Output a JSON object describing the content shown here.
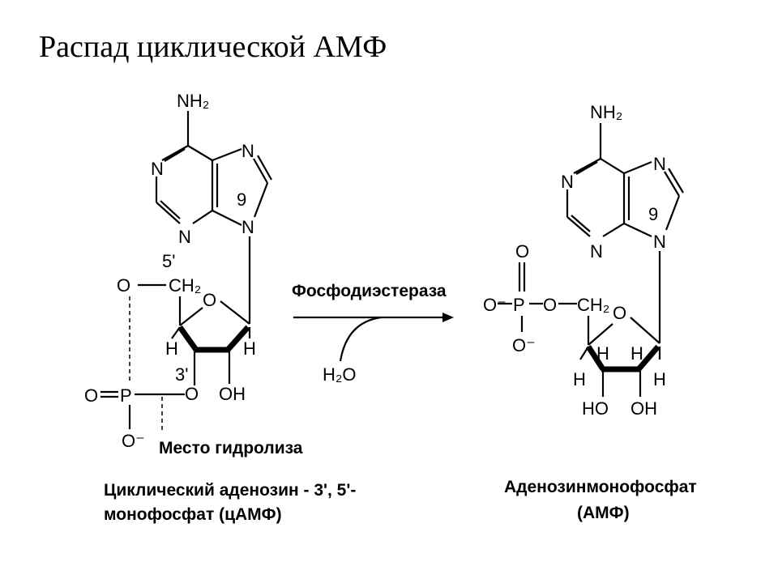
{
  "title": "Распад циклической АМФ",
  "left_molecule": {
    "amine": "NH₂",
    "ring_n": "N",
    "position_9": "9",
    "position_5": "5'",
    "position_3": "3'",
    "ring_o": "O",
    "ch2": "CH₂",
    "h": "H",
    "oh": "OH",
    "p": "P",
    "o": "O",
    "o_minus": "O⁻",
    "hydrolysis_site": "Место гидролиза",
    "caption_line1": "Циклический аденозин - 3', 5'-",
    "caption_line2": "монофосфат (цАМФ)"
  },
  "reaction": {
    "enzyme": "Фосфодиэстераза",
    "water": "H₂O"
  },
  "right_molecule": {
    "amine": "NH₂",
    "ring_n": "N",
    "position_9": "9",
    "ring_o": "O",
    "ch2": "CH₂",
    "h": "H",
    "ho": "HO",
    "oh": "OH",
    "p": "P",
    "o": "O",
    "o_minus": "O⁻",
    "caption_line1": "Аденозинмонофосфат",
    "caption_line2": "(АМФ)"
  }
}
